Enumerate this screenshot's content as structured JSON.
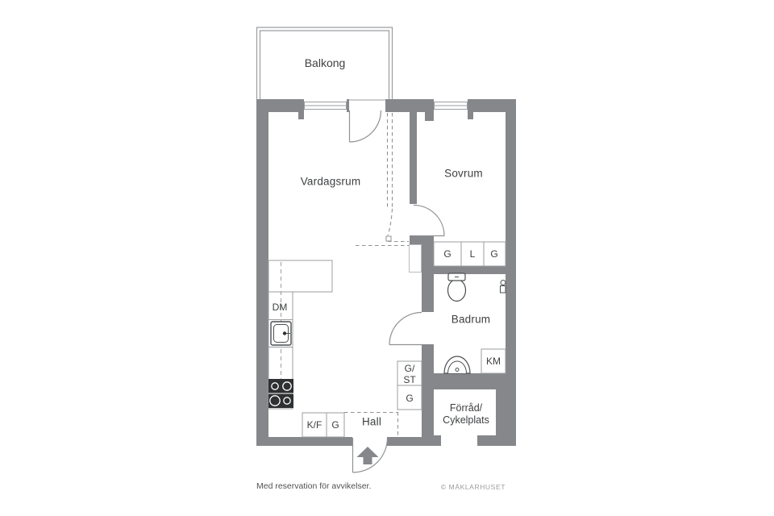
{
  "plan": {
    "rooms": {
      "balcony": "Balkong",
      "living_room": "Vardagsrum",
      "bedroom": "Sovrum",
      "bathroom": "Badrum",
      "hall": "Hall",
      "storage_line1": "Förråd/",
      "storage_line2": "Cykelplats"
    },
    "closet_row": {
      "left": "G",
      "middle": "L",
      "right": "G"
    },
    "hall_closets": {
      "top_line1": "G/",
      "top_line2": "ST",
      "bottom": "G"
    },
    "kitchen": {
      "dishwasher": "DM",
      "fridge_freezer": "K/F",
      "cabinet": "G"
    },
    "laundry": {
      "washing_machine": "KM"
    }
  },
  "footer": {
    "disclaimer": "Med reservation för avvikelser.",
    "copyright": "© MÄKLARHUSET"
  },
  "colors": {
    "wall": "#85878a",
    "thin_line": "#9b9da0",
    "fixture_line": "#4c4f52",
    "text": "#3d3f41"
  }
}
